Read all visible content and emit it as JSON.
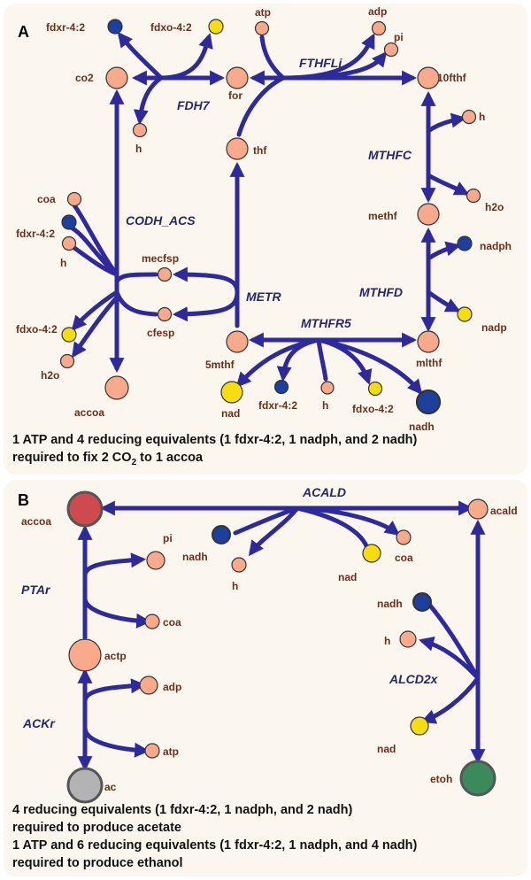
{
  "panel_a": {
    "label": "A",
    "note_line1": "1 ATP and 4 reducing equivalents (1 fdxr-4:2, 1 nadph, and 2 nadh)",
    "note_line2_before": "required to fix 2 CO",
    "note_line2_sub": "2",
    "note_line2_after": " to 1 accoa",
    "reactions": {
      "fdh7": "FDH7",
      "fthfli": "FTHFLi",
      "mthfc": "MTHFC",
      "mthfd": "MTHFD",
      "mthfr5": "MTHFR5",
      "metr": "METR",
      "codh_acs": "CODH_ACS"
    },
    "metabolites": {
      "fdxr_top": "fdxr-4:2",
      "fdxo_top": "fdxo-4:2",
      "co2": "co2",
      "h_fdh": "h",
      "for": "for",
      "atp": "atp",
      "adp": "adp",
      "pi": "pi",
      "10fthf": "10fthf",
      "thf": "thf",
      "h_mthfc": "h",
      "h2o_mthfc": "h2o",
      "methf": "methf",
      "nadph": "nadph",
      "nadp": "nadp",
      "mlthf": "mlthf",
      "coa": "coa",
      "fdxr_left": "fdxr-4:2",
      "h_left": "h",
      "mecfsp": "mecfsp",
      "cfesp": "cfesp",
      "fdxo_left": "fdxo-4:2",
      "h2o_left": "h2o",
      "accoa": "accoa",
      "5mthf": "5mthf",
      "nad": "nad",
      "fdxr_bottom": "fdxr-4:2",
      "h_bottom": "h",
      "fdxo_bottom": "fdxo-4:2",
      "nadh": "nadh"
    }
  },
  "panel_b": {
    "label": "B",
    "note_line1": "4 reducing equivalents (1 fdxr-4:2, 1 nadph, and 2 nadh)",
    "note_line2": "required to produce acetate",
    "note_line3": "1 ATP and 6 reducing equivalents (1 fdxr-4:2, 1 nadph, and 4 nadh)",
    "note_line4": "required to produce ethanol",
    "reactions": {
      "acald": "ACALD",
      "ptar": "PTAr",
      "ackr": "ACKr",
      "alcd2x": "ALCD2x"
    },
    "metabolites": {
      "accoa": "accoa",
      "nadh_acald": "nadh",
      "h_acald": "h",
      "nad_acald": "nad",
      "coa_acald": "coa",
      "acald": "acald",
      "pi": "pi",
      "coa_ptar": "coa",
      "actp": "actp",
      "adp": "adp",
      "atp": "atp",
      "ac": "ac",
      "nadh_alcd": "nadh",
      "h_alcd": "h",
      "nad_alcd": "nad",
      "etoh": "etoh"
    }
  },
  "colors": {
    "edge": "#2f2a9c",
    "metabolite": "#f9a98c",
    "oxidized": "#f7dd10",
    "reduced": "#1d3f9e",
    "accoa_b": "#cf4a4f",
    "ac": "#b3b3b3",
    "etoh": "#3a8a5b",
    "panel_bg": "#fbf7ee"
  }
}
